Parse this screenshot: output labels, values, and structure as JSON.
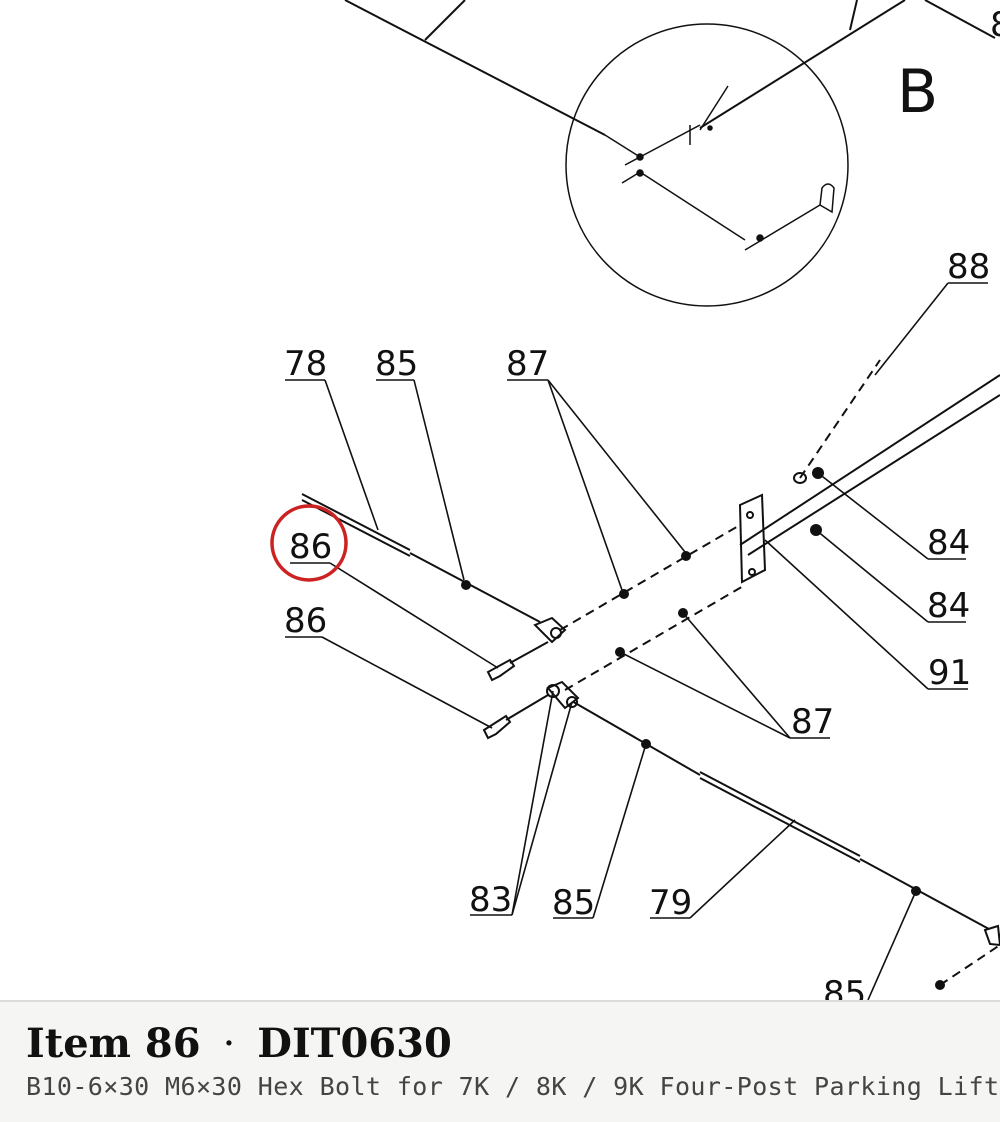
{
  "diagram": {
    "detail_label": "B",
    "callouts": {
      "c88": "88",
      "c78": "78",
      "c85a": "85",
      "c87a": "87",
      "c86a": "86",
      "c86b": "86",
      "c84a": "84",
      "c84b": "84",
      "c91": "91",
      "c87b": "87",
      "c83": "83",
      "c85b": "85",
      "c79": "79",
      "c85c": "85",
      "c8x": "8"
    },
    "highlighted_callout": "86",
    "highlight_color": "#cc2222"
  },
  "footer": {
    "item_label": "Item 86",
    "separator": "·",
    "part_number": "DIT0630",
    "description": "B10-6×30 M6×30 Hex Bolt for 7K / 8K / 9K Four-Post Parking Lift"
  }
}
